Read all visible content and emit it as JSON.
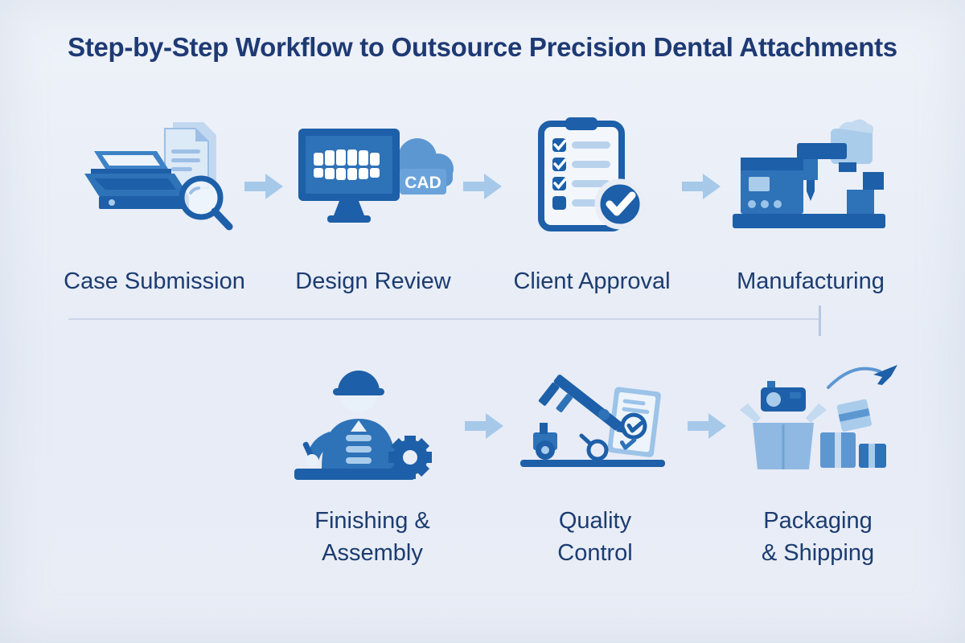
{
  "title": "Step-by-Step Workflow to Outsource Precision Dental Attachments",
  "row1": {
    "steps": [
      {
        "label": "Case Submission",
        "icon": "scanner-documents-magnifier-icon"
      },
      {
        "label": "Design Review",
        "icon": "monitor-teeth-cad-cloud-icon",
        "badge": "CAD"
      },
      {
        "label": "Client Approval",
        "icon": "checklist-approval-check-icon"
      },
      {
        "label": "Manufacturing",
        "icon": "cnc-milling-machine-icon"
      }
    ]
  },
  "row2": {
    "steps": [
      {
        "label": "Finishing & Assembly",
        "lines": [
          "Finishing &",
          "Assembly"
        ],
        "icon": "technician-gear-icon"
      },
      {
        "label": "Quality Control",
        "lines": [
          "Quality",
          "Control"
        ],
        "icon": "caliper-inspection-document-icon"
      },
      {
        "label": "Packaging & Shipping",
        "lines": [
          "Packaging",
          "& Shipping"
        ],
        "icon": "boxes-airplane-shipping-icon"
      }
    ]
  },
  "colors": {
    "background": "#e9edf6",
    "title_text": "#1e3a74",
    "label_text": "#1c3c70",
    "primary_blue": "#1d5fa8",
    "mid_blue": "#2e72b8",
    "cloud_blue": "#5d97d2",
    "light_blue": "#a9cceb",
    "pale_blue": "#dce9f7",
    "arrow_blue": "#a6c9ea",
    "divider": "#ccd6e8"
  }
}
